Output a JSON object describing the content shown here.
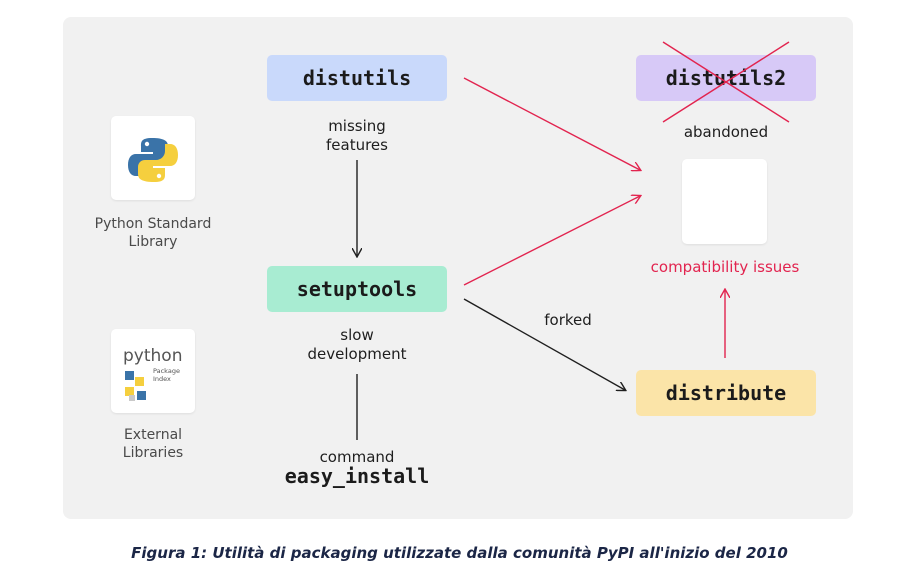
{
  "nodes": {
    "distutils": "distutils",
    "setuptools": "setuptools",
    "distutils2": "distutils2",
    "distribute": "distribute"
  },
  "labels": {
    "missing_features_1": "missing",
    "missing_features_2": "features",
    "slow_development_1": "slow",
    "slow_development_2": "development",
    "command": "command",
    "easy_install": "easy_install",
    "abandoned": "abandoned",
    "forked": "forked",
    "compatibility_issues": "compatibility issues"
  },
  "side": {
    "python_std_lib_1": "Python Standard",
    "python_std_lib_2": "Library",
    "external_1": "External",
    "external_2": "Libraries",
    "pypi_word": "python",
    "pypi_sub_1": "Package",
    "pypi_sub_2": "Index"
  },
  "caption": "Figura 1: Utilità di packaging utilizzate dalla comunità PyPI all'inizio del 2010",
  "colors": {
    "distutils": "#c9d9fb",
    "setuptools": "#a8ecd2",
    "distutils2": "#d7c9f7",
    "distribute": "#fbe4a8",
    "red": "#e2244f",
    "panel": "#f1f1f1"
  }
}
